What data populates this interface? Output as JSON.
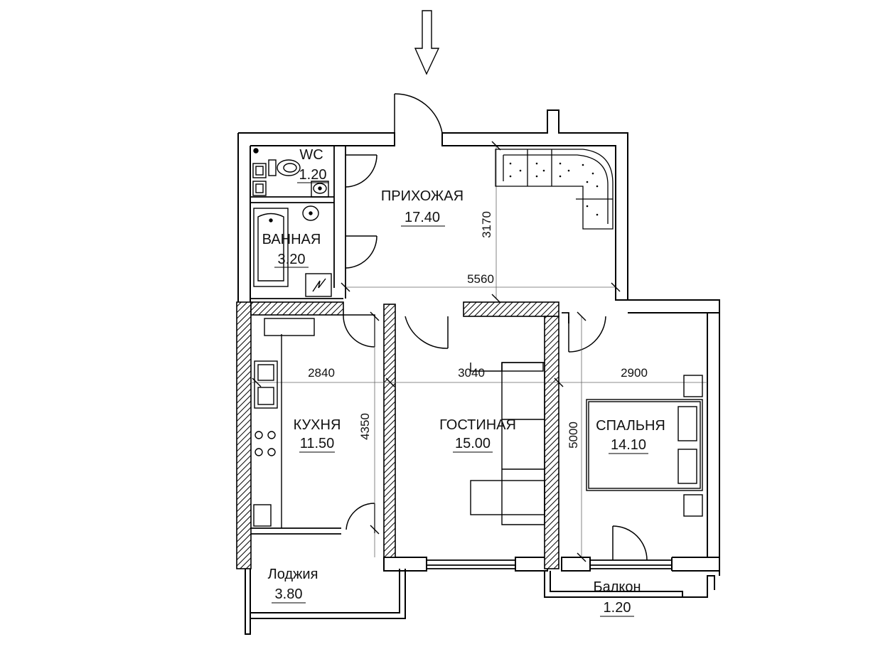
{
  "rooms": {
    "wc": {
      "name": "WC",
      "area": "1.20"
    },
    "bath": {
      "name": "ВАННАЯ",
      "area": "3.20"
    },
    "hall": {
      "name": "ПРИХОЖАЯ",
      "area": "17.40"
    },
    "kitchen": {
      "name": "КУХНЯ",
      "area": "11.50"
    },
    "living": {
      "name": "ГОСТИНАЯ",
      "area": "15.00"
    },
    "bedroom": {
      "name": "СПАЛЬНЯ",
      "area": "14.10"
    },
    "loggia": {
      "name": "Лоджия",
      "area": "3.80"
    },
    "balcony": {
      "name": "Балкон",
      "area": "1.20"
    }
  },
  "dimensions": {
    "hall_height": "3170",
    "hall_width": "5560",
    "kitchen_width": "2840",
    "living_width": "3040",
    "bedroom_width": "2900",
    "kitchen_depth": "4350",
    "living_depth": "5000"
  },
  "icons": {
    "entrance": "entrance-arrow-icon"
  }
}
